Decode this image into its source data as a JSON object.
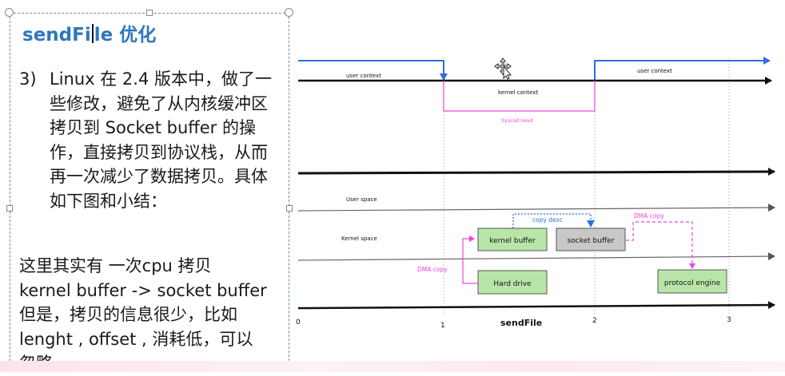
{
  "slide": {
    "title_part1": "sendFi",
    "title_part2": "le",
    "title_cjk": "优化",
    "point_number": "3)",
    "point_text": "Linux  在 2.4 版本中，做了一些修改，避免了从内核缓冲区拷贝到 Socket buffer 的操作，直接拷贝到协议栈，从而再一次减少了数据拷贝。具体如下图和小结：",
    "summary": "这里其实有 一次cpu 拷贝\nkernel buffer -> socket buffer\n但是，拷贝的信息很少，比如\nlenght  , offset , 消耗低，可以\n忽略"
  },
  "diagram": {
    "user_context_left": "user context",
    "user_context_right": "user context",
    "kernel_context": "kernel context",
    "syscall_read": "Syscall read",
    "user_space": "User space",
    "kernel_space": "Kernel  space",
    "dma_copy_left": "DMA copy",
    "dma_copy_right": "DMA copy",
    "copy_desc": "copy desc",
    "boxes": {
      "kernel_buffer": "kernel buffer",
      "socket_buffer": "socket buffer",
      "hard_drive": "Hard drive",
      "protocol_engine": "protocol engine"
    },
    "ticks": [
      "0",
      "1",
      "2",
      "3"
    ],
    "caption": "sendFile",
    "colors": {
      "user_line": "#2b6fe0",
      "syscall": "#ee44d6",
      "green_box": "#b8e6a8",
      "gray_box": "#c8c8c8"
    }
  }
}
